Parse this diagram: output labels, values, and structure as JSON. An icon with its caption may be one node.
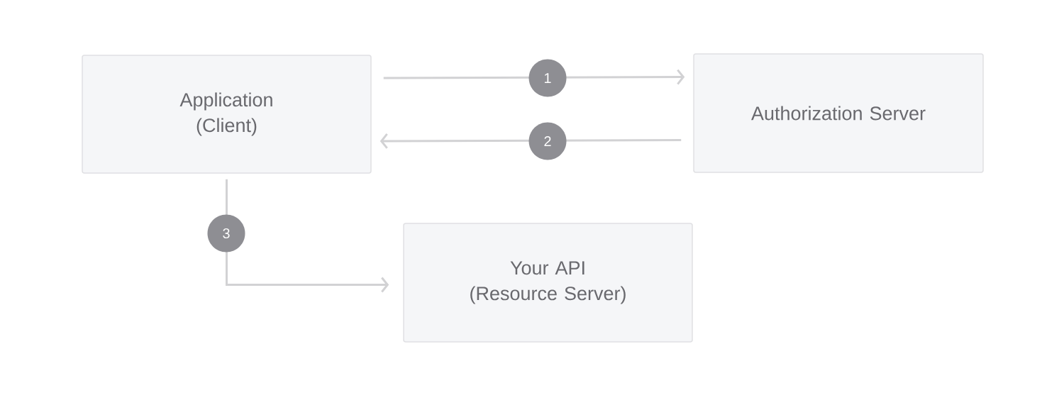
{
  "diagram": {
    "nodes": [
      {
        "text": [
          "Application (Client)"
        ]
      },
      {
        "text": [
          "Authorization Server"
        ]
      },
      {
        "text": [
          "Your API (Resource Server)"
        ]
      }
    ],
    "edges": [
      {
        "from": 0,
        "to": 1,
        "arrow": "to",
        "label": "1"
      },
      {
        "from": 1,
        "to": 0,
        "arrow": "to",
        "label": "2"
      },
      {
        "from": 0,
        "to": 2,
        "arrow": "to",
        "label": "3"
      }
    ]
  }
}
